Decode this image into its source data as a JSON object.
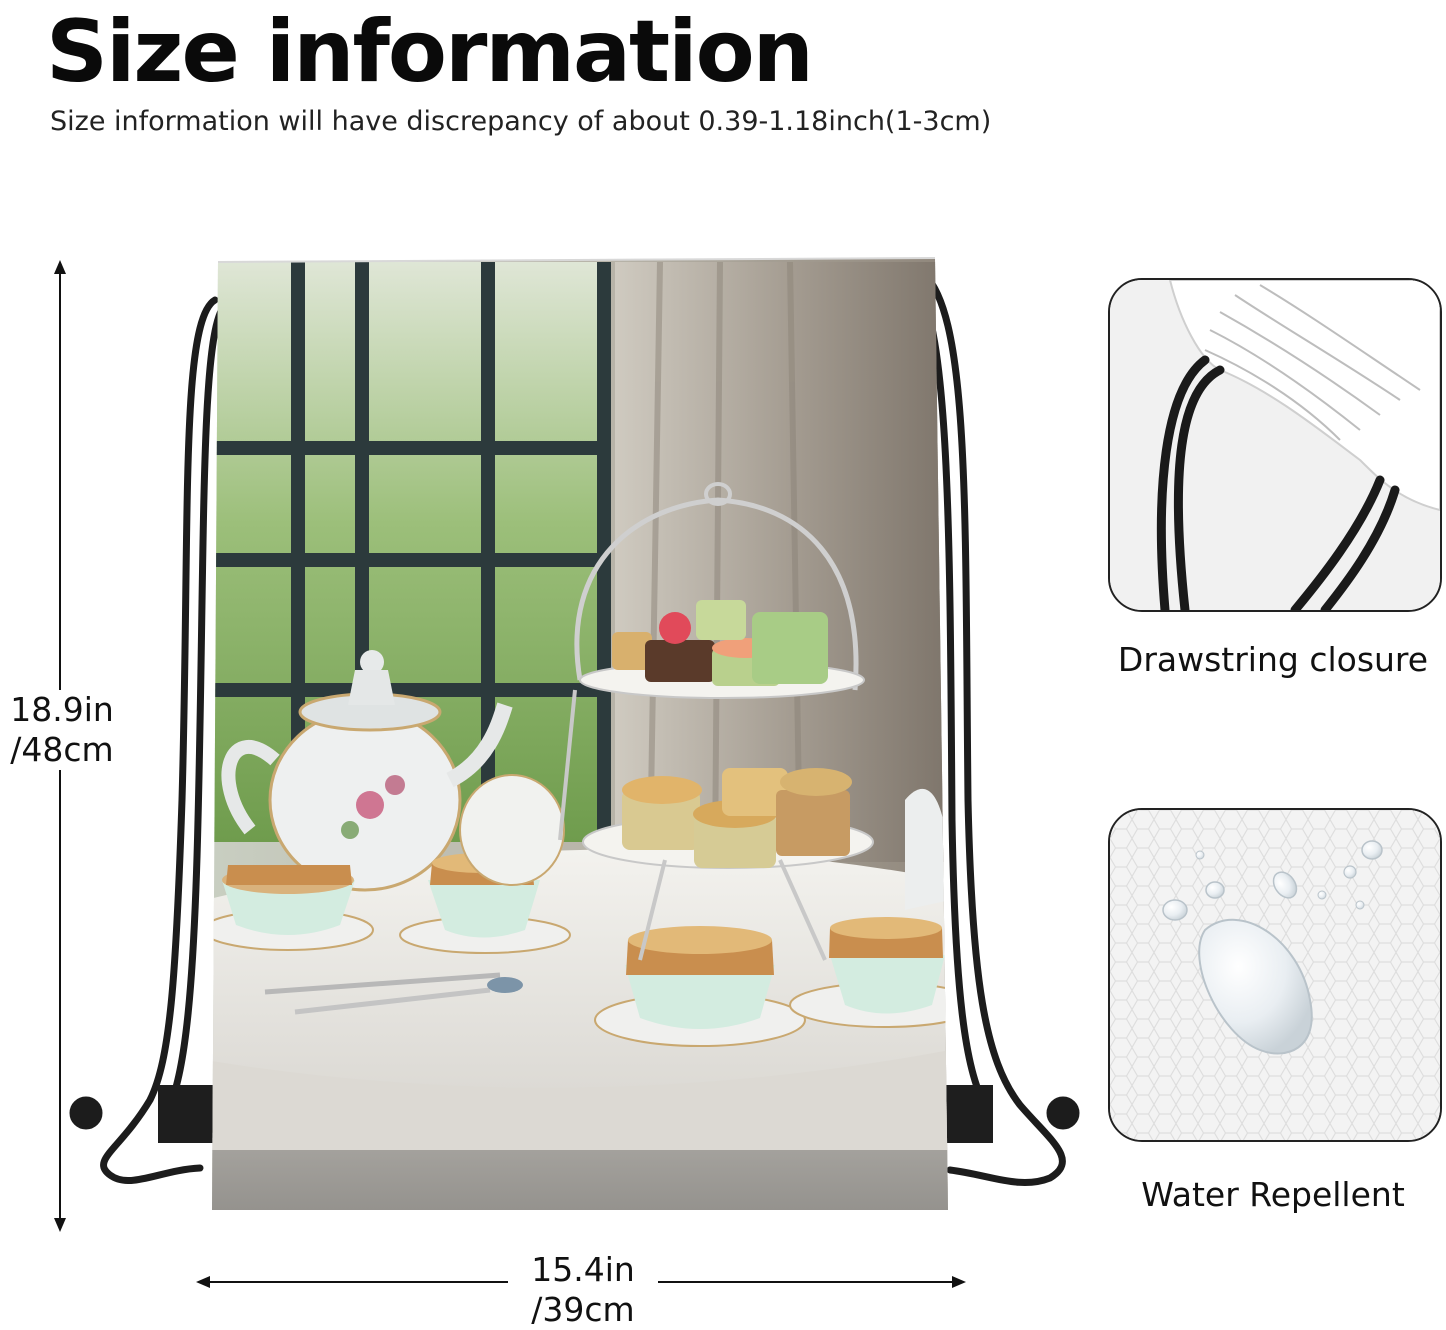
{
  "header": {
    "title": "Size information",
    "subtitle": "Size information will have discrepancy of about 0.39-1.18inch(1-3cm)"
  },
  "dimensions": {
    "height_in": "18.9in",
    "height_cm": "/48cm",
    "width_in": "15.4in",
    "width_cm": "/39cm"
  },
  "features": [
    {
      "label": "Drawstring closure",
      "icon": "drawstring-closeup"
    },
    {
      "label": "Water Repellent",
      "icon": "water-droplets-fabric"
    }
  ],
  "product": {
    "type": "drawstring bag",
    "print": "afternoon tea table",
    "colors": {
      "cord": "#1c1c1c",
      "cloth": "#e9e7e2",
      "window_frame": "#2c3a3c",
      "garden": "#7fa85a"
    }
  }
}
